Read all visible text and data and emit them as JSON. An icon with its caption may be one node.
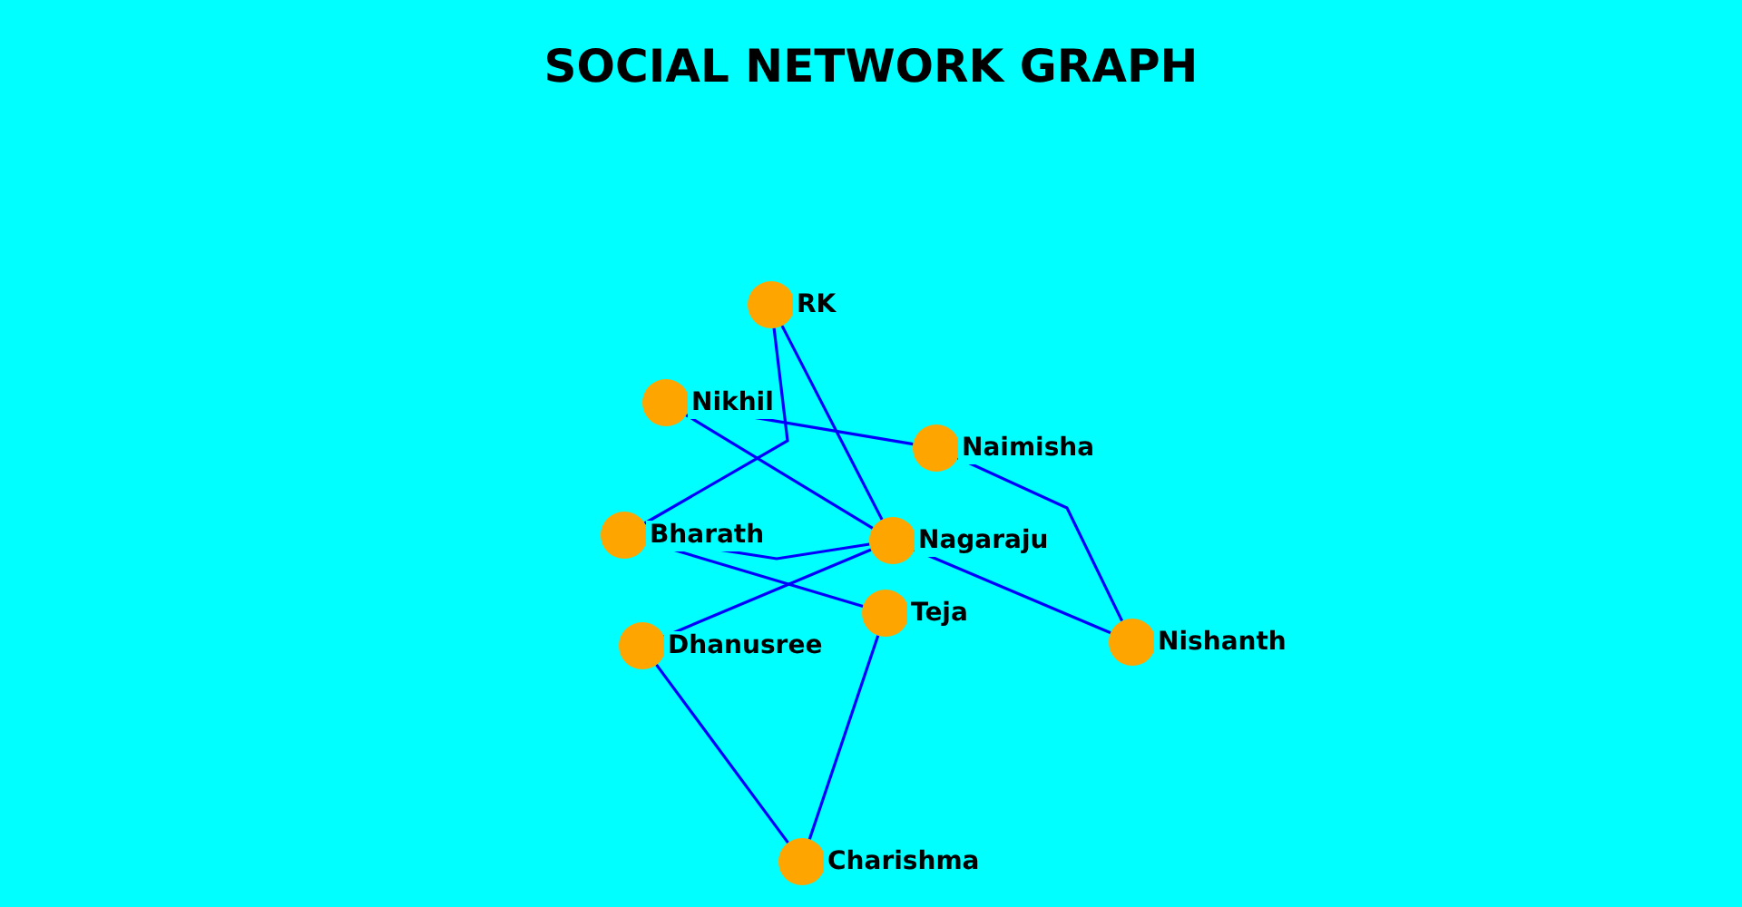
{
  "diagram": {
    "title": "SOCIAL NETWORK GRAPH",
    "nodes": [
      {
        "text": [
          "RK"
        ]
      },
      {
        "text": [
          "Nikhil"
        ]
      },
      {
        "text": [
          "Naimisha"
        ]
      },
      {
        "text": [
          "Bharath"
        ]
      },
      {
        "text": [
          "Nagaraju"
        ]
      },
      {
        "text": [
          "Teja"
        ]
      },
      {
        "text": [
          "Dhanusree"
        ]
      },
      {
        "text": [
          "Nishanth"
        ]
      },
      {
        "text": [
          "Charishma"
        ]
      }
    ],
    "edges": [
      {
        "from": 0,
        "to": 3,
        "arrow": "none"
      },
      {
        "from": 0,
        "to": 4,
        "arrow": "none"
      },
      {
        "from": 1,
        "to": 2,
        "arrow": "none"
      },
      {
        "from": 1,
        "to": 4,
        "arrow": "none"
      },
      {
        "from": 3,
        "to": 4,
        "arrow": "none"
      },
      {
        "from": 3,
        "to": 5,
        "arrow": "none"
      },
      {
        "from": 4,
        "to": 6,
        "arrow": "none"
      },
      {
        "from": 4,
        "to": 7,
        "arrow": "none"
      },
      {
        "from": 2,
        "to": 7,
        "arrow": "none"
      },
      {
        "from": 5,
        "to": 8,
        "arrow": "none"
      },
      {
        "from": 6,
        "to": 8,
        "arrow": "none"
      }
    ]
  }
}
